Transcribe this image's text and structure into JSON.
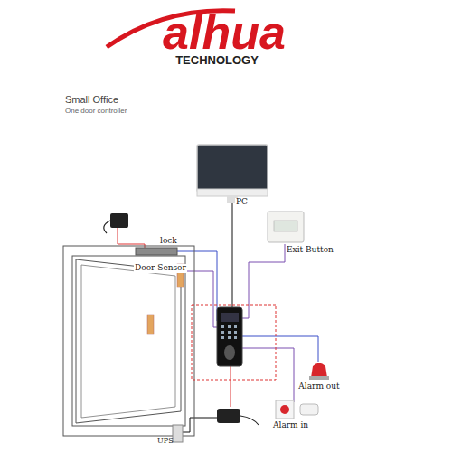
{
  "diagram": {
    "title": "Small Office",
    "labels": [
      "alhua",
      "TECHNOLOGY",
      "One door controller",
      "PC",
      "lock",
      "Door Sensor",
      "Exit Button",
      "Alarm out",
      "Alarm in",
      "UPS"
    ]
  }
}
